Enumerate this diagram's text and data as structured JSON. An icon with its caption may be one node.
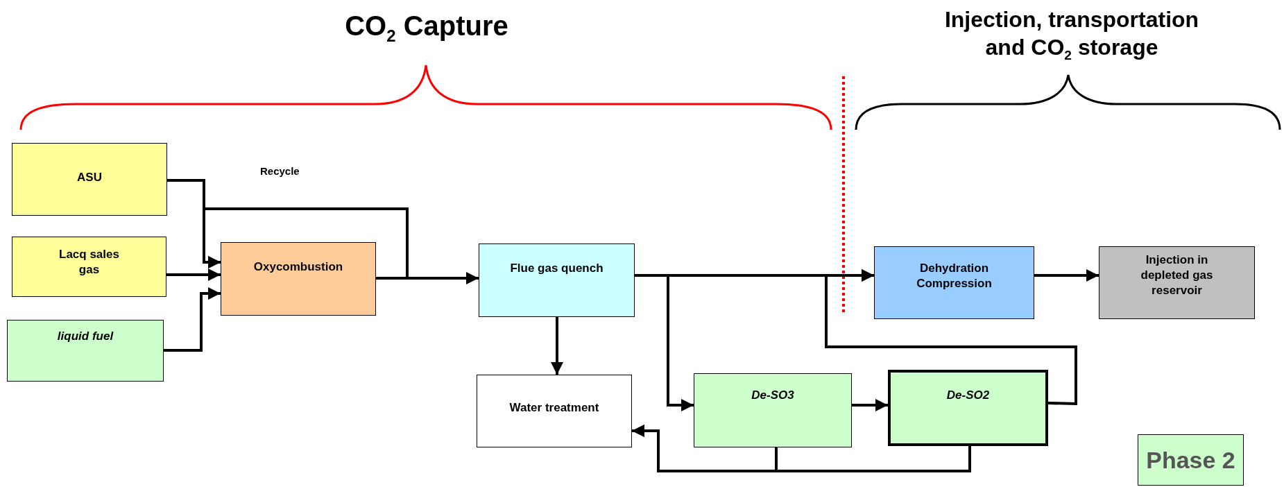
{
  "diagram": {
    "nodes": [
      {
        "text": [
          "ASU"
        ]
      },
      {
        "text": [
          "Lacq sales gas"
        ]
      },
      {
        "text": [
          "liquid fuel"
        ]
      },
      {
        "text": [
          "Oxycombustion"
        ]
      },
      {
        "text": [
          "Flue gas quench"
        ]
      },
      {
        "text": [
          "Water treatment"
        ]
      },
      {
        "text": [
          "De-SO3"
        ]
      },
      {
        "text": [
          "De-SO2"
        ]
      },
      {
        "text": [
          "Dehydration Compression"
        ]
      },
      {
        "text": [
          "Injection in depleted gas reservoir"
        ]
      },
      {
        "text": [
          "Phase 2"
        ]
      }
    ],
    "edges": [
      {
        "from": 0,
        "to": 3,
        "arrow": "to"
      },
      {
        "from": 1,
        "to": 3,
        "arrow": "to"
      },
      {
        "from": 2,
        "to": 3,
        "arrow": "to"
      },
      {
        "from": 3,
        "to": 4,
        "arrow": "to"
      },
      {
        "from": 3,
        "to": 3,
        "arrow": "to"
      },
      {
        "from": 4,
        "to": 8,
        "arrow": "to"
      },
      {
        "from": 4,
        "to": 5,
        "arrow": "to"
      },
      {
        "from": 4,
        "to": 6,
        "arrow": "to"
      },
      {
        "from": 6,
        "to": 7,
        "arrow": "to"
      },
      {
        "from": 7,
        "to": 8,
        "arrow": "to"
      },
      {
        "from": 6,
        "to": 5,
        "arrow": "to"
      },
      {
        "from": 7,
        "to": 5,
        "arrow": "to"
      },
      {
        "from": 8,
        "to": 9,
        "arrow": "to"
      }
    ],
    "labels": [
      "CO$_{2}$ Capture",
      "Injection, transportation and CO$_{2}$ storage",
      "Recycle"
    ]
  }
}
